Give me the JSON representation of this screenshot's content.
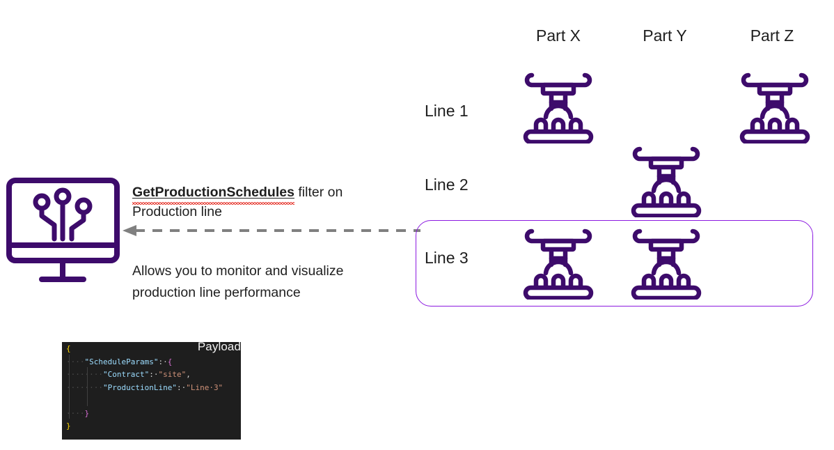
{
  "description": {
    "api_name": "GetProductionSchedules",
    "filter_text": " filter on Production line",
    "subtitle": "Allows you to monitor and visualize production line performance"
  },
  "icons": {
    "monitor": "analytics-monitor-icon",
    "machine": "production-machine-icon",
    "arrow": "dashed-left-arrow-icon"
  },
  "matrix": {
    "columns": [
      {
        "label": "Part X"
      },
      {
        "label": "Part Y"
      },
      {
        "label": "Part Z"
      }
    ],
    "rows": [
      {
        "label": "Line 1",
        "machines": [
          "Part X",
          "Part Z"
        ],
        "highlighted": false
      },
      {
        "label": "Line 2",
        "machines": [
          "Part Y"
        ],
        "highlighted": false
      },
      {
        "label": "Line 3",
        "machines": [
          "Part X",
          "Part Y"
        ],
        "highlighted": true
      }
    ],
    "highlight_color": "#8B19E0",
    "machine_color": "#3D0B6B"
  },
  "payload": {
    "title": "Payload",
    "lines": [
      {
        "indent": 0,
        "tokens": [
          {
            "t": "{",
            "c": "br1"
          }
        ]
      },
      {
        "indent": 1,
        "tokens": [
          {
            "t": "\"ScheduleParams\"",
            "c": "key"
          },
          {
            "t": ":",
            "c": "pun"
          },
          {
            "t": " ",
            "c": "pun"
          },
          {
            "t": "{",
            "c": "br2"
          }
        ]
      },
      {
        "indent": 2,
        "tokens": [
          {
            "t": "\"Contract\"",
            "c": "key"
          },
          {
            "t": ":",
            "c": "pun"
          },
          {
            "t": " ",
            "c": "pun"
          },
          {
            "t": "\"site\"",
            "c": "str"
          },
          {
            "t": ",",
            "c": "pun"
          }
        ]
      },
      {
        "indent": 2,
        "tokens": [
          {
            "t": "\"ProductionLine\"",
            "c": "key"
          },
          {
            "t": ":",
            "c": "pun"
          },
          {
            "t": " ",
            "c": "pun"
          },
          {
            "t": "\"Line 3\"",
            "c": "str"
          }
        ]
      },
      {
        "indent": 0,
        "tokens": []
      },
      {
        "indent": 1,
        "tokens": [
          {
            "t": "}",
            "c": "br2"
          }
        ]
      },
      {
        "indent": 0,
        "tokens": [
          {
            "t": "}",
            "c": "br1"
          }
        ]
      }
    ]
  }
}
